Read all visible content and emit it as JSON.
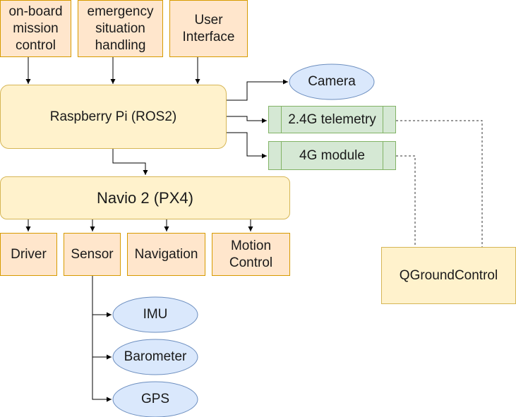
{
  "colors": {
    "orange_fill": "#ffe6cc",
    "orange_stroke": "#d79b00",
    "yellow_fill": "#fff2cc",
    "yellow_stroke": "#d6b656",
    "blue_fill": "#dae8fc",
    "blue_stroke": "#6c8ebf",
    "green_fill": "#d5e8d4",
    "green_stroke": "#82b366",
    "edge": "#000000",
    "dashed_edge": "#333333"
  },
  "nodes": {
    "onboard": "on-board\nmission\ncontrol",
    "emergency": "emergency\nsituation\nhandling",
    "ui": "User\nInterface",
    "rpi": "Raspberry Pi (ROS2)",
    "navio": "Navio 2 (PX4)",
    "driver": "Driver",
    "sensor": "Sensor",
    "navigation": "Navigation",
    "motion": "Motion\nControl",
    "camera": "Camera",
    "telemetry": "2.4G telemetry",
    "module4g": "4G module",
    "qgc": "QGroundControl",
    "imu": "IMU",
    "barometer": "Barometer",
    "gps": "GPS"
  }
}
